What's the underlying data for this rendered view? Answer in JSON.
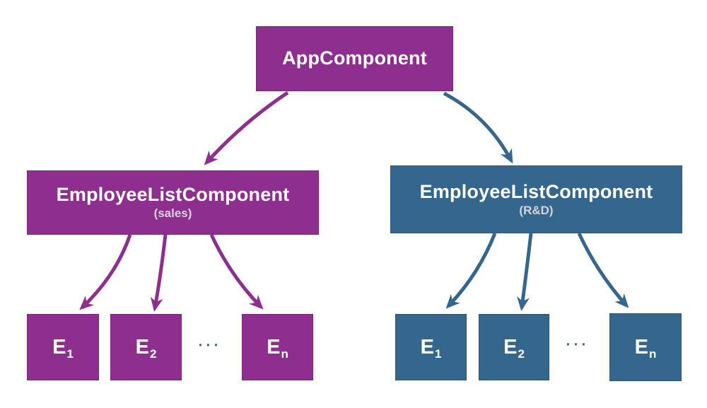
{
  "colors": {
    "purple": "#8e2f90",
    "purple_border": "#7a2779",
    "blue": "#35668e",
    "blue_border": "#2b5676",
    "title_text": "#ffffff",
    "subtitle_text": "#d6d3da",
    "ellipsis": "#3f6b9e",
    "background": "#ffffff"
  },
  "tree": {
    "root": {
      "label": "AppComponent"
    },
    "branches": [
      {
        "label": "EmployeeListComponent",
        "sublabel": "(sales)",
        "ellipsis": "···",
        "children": [
          {
            "base": "E",
            "sub": "1"
          },
          {
            "base": "E",
            "sub": "2"
          },
          {
            "base": "E",
            "sub": "n"
          }
        ]
      },
      {
        "label": "EmployeeListComponent",
        "sublabel": "(R&D)",
        "ellipsis": "···",
        "children": [
          {
            "base": "E",
            "sub": "1"
          },
          {
            "base": "E",
            "sub": "2"
          },
          {
            "base": "E",
            "sub": "n"
          }
        ]
      }
    ]
  }
}
